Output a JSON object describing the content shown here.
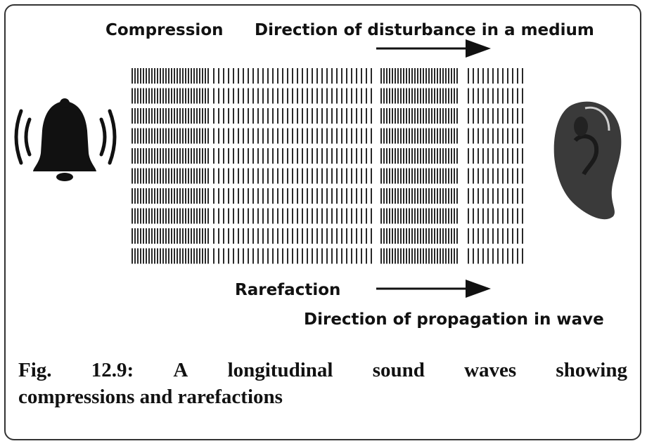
{
  "labels": {
    "compression": "Compression",
    "disturbance": "Direction of disturbance in a medium",
    "rarefaction": "Rarefaction",
    "propagation": "Direction of propagation in wave"
  },
  "caption": {
    "words_line1": [
      "Fig.",
      "12.9:",
      "A",
      "longitudinal",
      "sound",
      "waves",
      "showing"
    ],
    "line2": "compressions and rarefactions"
  },
  "icons": {
    "source": "bell-icon",
    "receiver": "ear-icon",
    "arrows": "arrow-right-icon"
  },
  "colors": {
    "ink": "#111111",
    "ear": "#3a3a3a"
  }
}
